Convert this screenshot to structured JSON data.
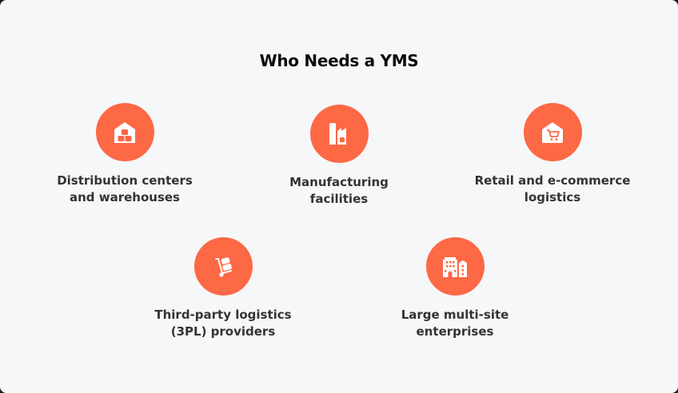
{
  "title": "Who Needs a YMS",
  "accent_color": "#fd6845",
  "items": [
    {
      "icon": "warehouse-boxes-icon",
      "line1": "Distribution centers",
      "line2": "and warehouses"
    },
    {
      "icon": "factory-icon",
      "line1": "Manufacturing",
      "line2": "facilities"
    },
    {
      "icon": "shopping-cart-store-icon",
      "line1": "Retail and e-commerce",
      "line2": "logistics"
    },
    {
      "icon": "hand-truck-icon",
      "line1": "Third-party logistics",
      "line2": "(3PL) providers"
    },
    {
      "icon": "office-buildings-icon",
      "line1": "Large multi-site",
      "line2": "enterprises"
    }
  ]
}
